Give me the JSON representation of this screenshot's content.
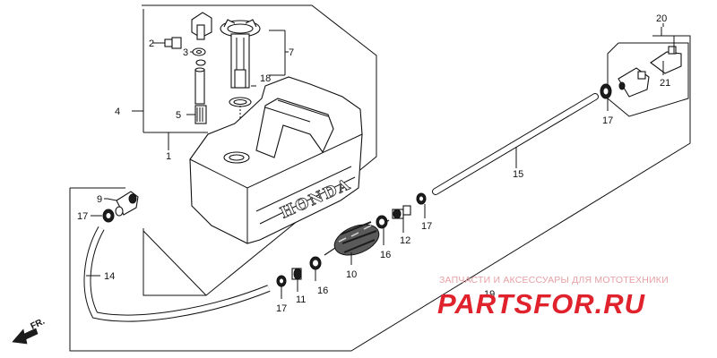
{
  "diagram": {
    "brand_on_tank": "HONDA",
    "direction_marker": "FR.",
    "callouts": {
      "c1": "1",
      "c2": "2",
      "c3": "3",
      "c4": "4",
      "c5": "5",
      "c7": "7",
      "c9": "9",
      "c10": "10",
      "c11": "11",
      "c12": "12",
      "c14": "14",
      "c15": "15",
      "c16a": "16",
      "c16b": "16",
      "c17a": "17",
      "c17b": "17",
      "c17c": "17",
      "c17d": "17",
      "c18": "18",
      "c19": "19",
      "c20": "20",
      "c21": "21"
    }
  },
  "watermark": {
    "tagline": "ЗАПЧАСТИ И АКСЕССУАРЫ ДЛЯ МОТОТЕХНИКИ",
    "site": "PARTSFOR.RU",
    "color": "#e0222d"
  }
}
